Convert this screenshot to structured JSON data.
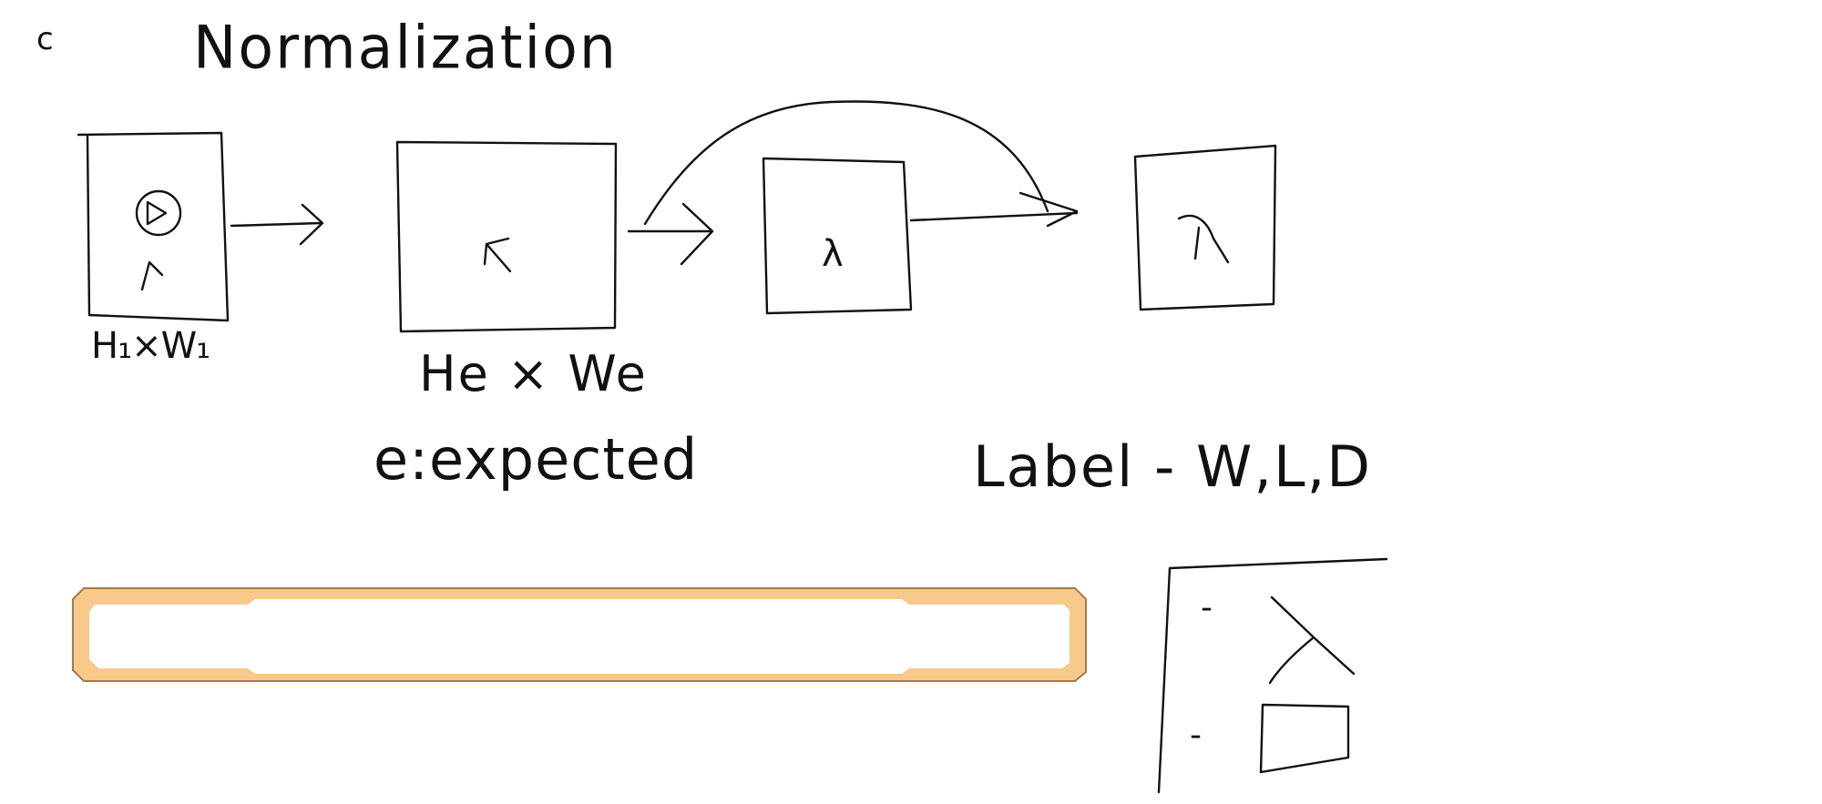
{
  "page": {
    "corner_mark": "c",
    "title": "Normalization"
  },
  "diagram": {
    "box_input": {
      "caption": "H₁×W₁",
      "icon": "rotate-arrow-in-circle"
    },
    "box_expected": {
      "caption": "He × We",
      "note": "e:expected"
    },
    "box_lambda": {
      "glyph": "λ"
    },
    "box_output": {
      "glyph": "λ"
    },
    "label_text": "Label - W,L,D"
  },
  "legend": {
    "item1_dash": "-",
    "item2_dash": "-"
  },
  "input_bar": {
    "value": "",
    "border_color": "#f7c98a",
    "edge_color": "#a57b45"
  }
}
